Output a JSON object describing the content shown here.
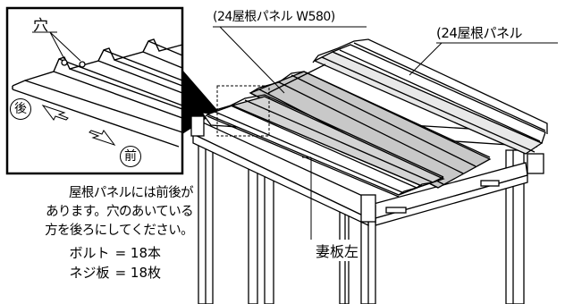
{
  "labels": {
    "panel_w580": "(24屋根パネル W580)",
    "panel": "(24屋根パネル",
    "hole": "穴",
    "back": "後",
    "front": "前",
    "gable_left": "妻板左"
  },
  "note": {
    "lines": [
      "屋根パネルには前後が",
      "あります。穴のあいている",
      "方を後ろにしてください。"
    ]
  },
  "counts": [
    {
      "name": "ボルト",
      "value": "= 18本"
    },
    {
      "name": "ネジ板",
      "value": "= 18枚"
    }
  ]
}
